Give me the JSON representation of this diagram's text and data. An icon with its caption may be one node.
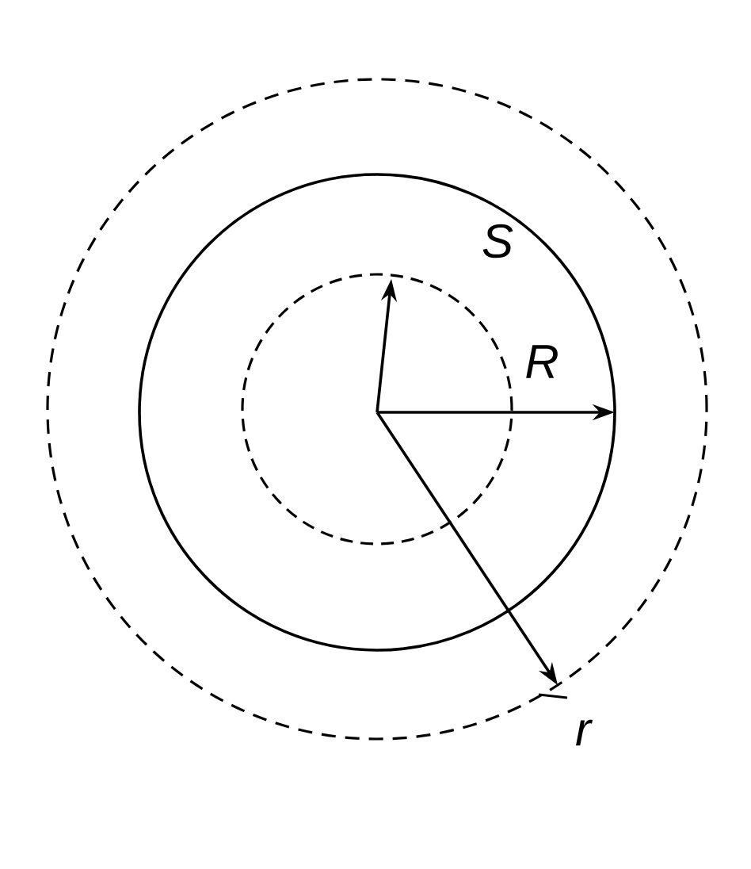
{
  "diagram": {
    "labels": [
      "S",
      "R",
      "r"
    ]
  }
}
